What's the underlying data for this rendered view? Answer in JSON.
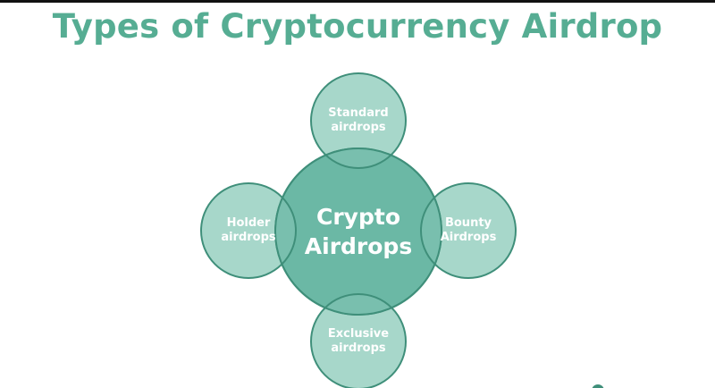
{
  "title": "Types of Cryptocurrency Airdrop",
  "diagram": {
    "center": {
      "label": "Crypto\nAirdrops"
    },
    "nodes": [
      {
        "id": "standard",
        "label": "Standard\nairdrops"
      },
      {
        "id": "holder",
        "label": "Holder\nairdrops"
      },
      {
        "id": "bounty",
        "label": "Bounty\nAirdrops"
      },
      {
        "id": "exclusive",
        "label": "Exclusive\nairdrops"
      }
    ]
  },
  "colors": {
    "title": "#56ad93",
    "center_fill": "#6bb8a5",
    "node_fill": "#a7d7ca",
    "stroke": "#3f8f7a",
    "overlap_fill": "#79bfae"
  }
}
